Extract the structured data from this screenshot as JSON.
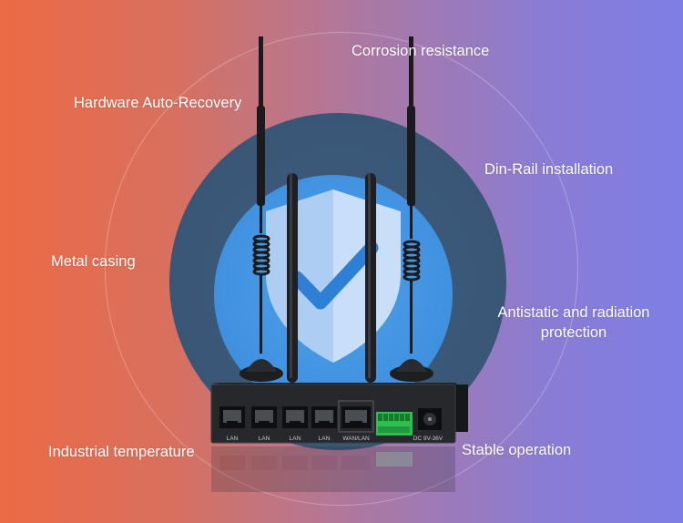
{
  "features": {
    "corrosion": "Corrosion resistance",
    "recovery": "Hardware Auto-Recovery",
    "dinrail": "Din-Rail installation",
    "metal": "Metal casing",
    "antistatic": "Antistatic and radiation protection",
    "temperature": "Industrial temperature",
    "stable": "Stable operation"
  },
  "router": {
    "port_labels": [
      "LAN",
      "LAN",
      "LAN",
      "LAN",
      "WAN/LAN"
    ],
    "power_label": "DC 9V-36V"
  },
  "colors": {
    "background_left": "#ec6a45",
    "background_right": "#7e7ee6",
    "disc_dark": "#3a5777",
    "disc_blue": "#4fa0ea",
    "shield_light": "#c7dcf7",
    "check_blue": "#2e7fd6",
    "terminal_green": "#2fbf4f"
  },
  "icons": {
    "shield": "shield-check-icon"
  }
}
